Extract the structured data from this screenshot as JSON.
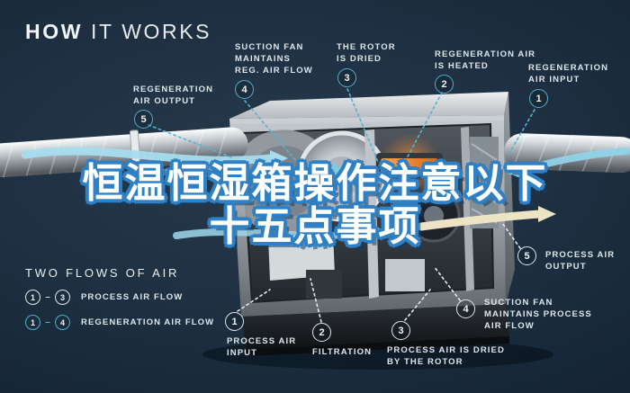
{
  "title": {
    "bold": "HOW",
    "light": "IT WORKS"
  },
  "overlay_title": {
    "line1": "恒温恒湿箱操作注意以下",
    "line2": "十五点事项"
  },
  "callouts": {
    "regeneration_air_output": {
      "num": "5",
      "lines": [
        "REGENERATION",
        "AIR OUTPUT"
      ]
    },
    "suction_fan_reg": {
      "num": "4",
      "lines": [
        "SUCTION FAN",
        "MAINTAINS",
        "REG. AIR FLOW"
      ]
    },
    "rotor_is_dried": {
      "num": "3",
      "lines": [
        "THE ROTOR",
        "IS DRIED"
      ]
    },
    "regeneration_air_heated": {
      "num": "2",
      "lines": [
        "REGENERATION AIR",
        "IS HEATED"
      ]
    },
    "regeneration_air_input": {
      "num": "1",
      "lines": [
        "REGENERATION",
        "AIR INPUT"
      ]
    },
    "process_air_input": {
      "num": "1",
      "lines": [
        "PROCESS AIR",
        "INPUT"
      ]
    },
    "filtration": {
      "num": "2",
      "lines": [
        "FILTRATION"
      ]
    },
    "process_air_dried": {
      "num": "3",
      "lines": [
        "PROCESS AIR IS DRIED",
        "BY THE ROTOR"
      ]
    },
    "suction_fan_process": {
      "num": "4",
      "lines": [
        "SUCTION FAN",
        "MAINTAINS PROCESS",
        "AIR FLOW"
      ]
    },
    "process_air_output": {
      "num": "5",
      "lines": [
        "PROCESS AIR",
        "OUTPUT"
      ]
    }
  },
  "legend": {
    "title": "TWO FLOWS OF AIR",
    "rows": [
      {
        "start": "1",
        "end": "3",
        "label": "PROCESS AIR FLOW"
      },
      {
        "start": "1",
        "end": "4",
        "label": "REGENERATION AIR FLOW"
      }
    ]
  },
  "colors": {
    "background_navy": "#1d2f40",
    "accent_teal": "#4fb0cf",
    "flow_light_blue": "#a7dcee",
    "badge_white": "#dfe7ec",
    "overlay_fill": "#ffffff",
    "overlay_outline": "#2f80c4",
    "heater_orange": "#e07b2a",
    "cream_flow": "#ece4c3"
  }
}
